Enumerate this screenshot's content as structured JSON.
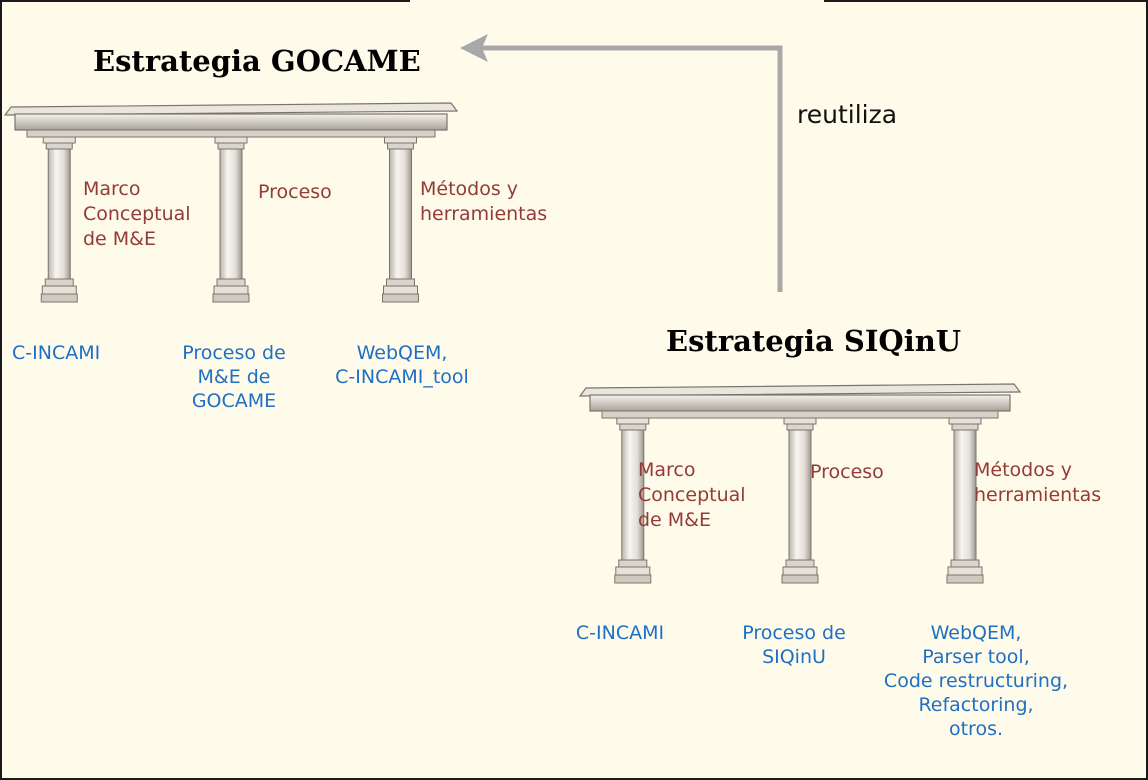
{
  "strategies": [
    {
      "title": "Estrategia GOCAME",
      "pillars": [
        {
          "label": "Marco\nConceptual\nde M&E",
          "instance": "C-INCAMI"
        },
        {
          "label": "Proceso",
          "instance": "Proceso de\nM&E de\nGOCAME"
        },
        {
          "label": "Métodos y\nherramientas",
          "instance": "WebQEM,\nC-INCAMI_tool"
        }
      ]
    },
    {
      "title": "Estrategia SIQinU",
      "pillars": [
        {
          "label": "Marco\nConceptual\nde M&E",
          "instance": "C-INCAMI"
        },
        {
          "label": "Proceso",
          "instance": "Proceso de\nSIQinU"
        },
        {
          "label": "Métodos y\nherramientas",
          "instance": "WebQEM,\nParser tool,\nCode restructuring,\nRefactoring,\notros."
        }
      ]
    }
  ],
  "relation": {
    "label": "reutiliza"
  },
  "colors": {
    "background": "#fffbea",
    "pillar_label": "#943b37",
    "instance_label": "#1f6fc4",
    "arrow": "#a8a8a8"
  }
}
